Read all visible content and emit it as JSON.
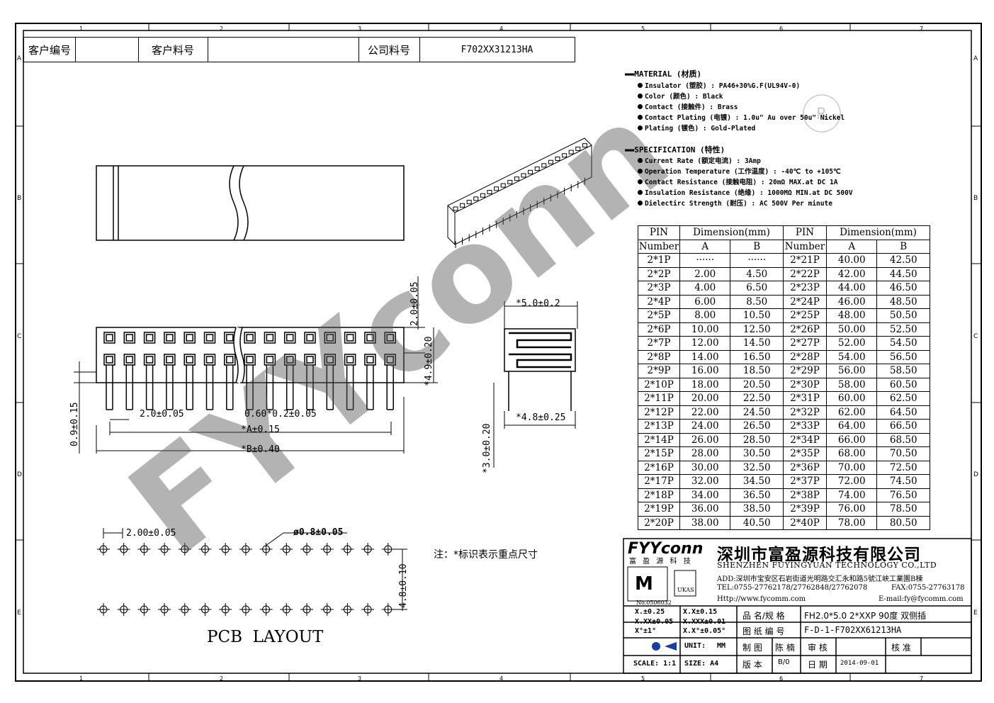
{
  "header": {
    "customer_no_label": "客户编号",
    "customer_part_label": "客户料号",
    "company_part_label": "公司料号",
    "company_part_value": "F702XX31213HA"
  },
  "border": {
    "cols": [
      "1",
      "2",
      "3",
      "4",
      "5",
      "6",
      "7"
    ],
    "rows": [
      "A",
      "B",
      "C",
      "D",
      "E"
    ]
  },
  "material": {
    "title": "MATERIAL (材质)",
    "items": [
      "Insulator (塑胶) : PA46+30%G.F(UL94V-0)",
      "Color (颜色) : Black",
      "Contact (接触件) : Brass",
      "Contact Plating (电镀) : 1.0u\" Au over 50u\" Nickel",
      "Plating (镀色) : Gold-Plated"
    ]
  },
  "specification": {
    "title": "SPECIFICATION (特性)",
    "items": [
      "Current Rate (额定电流) : 3Amp",
      "Operation Temperature (工作温度) : -40℃ to +105℃",
      "Contact Resistance (接触电阻) : 20mΩ MAX.at DC 1A",
      "Insulation Resistance (绝缘) : 1000MΩ MIN.at DC 500V",
      "Dielectirc Strength (耐压) : AC 500V Per minute"
    ]
  },
  "table": {
    "h_pin": "PIN",
    "h_number": "Number",
    "h_dimension": "Dimension(mm)",
    "h_a": "A",
    "h_b": "B",
    "rows_left": [
      [
        "2*1P",
        "······",
        "······"
      ],
      [
        "2*2P",
        "2.00",
        "4.50"
      ],
      [
        "2*3P",
        "4.00",
        "6.50"
      ],
      [
        "2*4P",
        "6.00",
        "8.50"
      ],
      [
        "2*5P",
        "8.00",
        "10.50"
      ],
      [
        "2*6P",
        "10.00",
        "12.50"
      ],
      [
        "2*7P",
        "12.00",
        "14.50"
      ],
      [
        "2*8P",
        "14.00",
        "16.50"
      ],
      [
        "2*9P",
        "16.00",
        "18.50"
      ],
      [
        "2*10P",
        "18.00",
        "20.50"
      ],
      [
        "2*11P",
        "20.00",
        "22.50"
      ],
      [
        "2*12P",
        "22.00",
        "24.50"
      ],
      [
        "2*13P",
        "24.00",
        "26.50"
      ],
      [
        "2*14P",
        "26.00",
        "28.50"
      ],
      [
        "2*15P",
        "28.00",
        "30.50"
      ],
      [
        "2*16P",
        "30.00",
        "32.50"
      ],
      [
        "2*17P",
        "32.00",
        "34.50"
      ],
      [
        "2*18P",
        "34.00",
        "36.50"
      ],
      [
        "2*19P",
        "36.00",
        "38.50"
      ],
      [
        "2*20P",
        "38.00",
        "40.50"
      ]
    ],
    "rows_right": [
      [
        "2*21P",
        "40.00",
        "42.50"
      ],
      [
        "2*22P",
        "42.00",
        "44.50"
      ],
      [
        "2*23P",
        "44.00",
        "46.50"
      ],
      [
        "2*24P",
        "46.00",
        "48.50"
      ],
      [
        "2*25P",
        "48.00",
        "50.50"
      ],
      [
        "2*26P",
        "50.00",
        "52.50"
      ],
      [
        "2*27P",
        "52.00",
        "54.50"
      ],
      [
        "2*28P",
        "54.00",
        "56.50"
      ],
      [
        "2*29P",
        "56.00",
        "58.50"
      ],
      [
        "2*30P",
        "58.00",
        "60.50"
      ],
      [
        "2*31P",
        "60.00",
        "62.50"
      ],
      [
        "2*32P",
        "62.00",
        "64.50"
      ],
      [
        "2*33P",
        "64.00",
        "66.50"
      ],
      [
        "2*34P",
        "66.00",
        "68.50"
      ],
      [
        "2*35P",
        "68.00",
        "70.50"
      ],
      [
        "2*36P",
        "70.00",
        "72.50"
      ],
      [
        "2*37P",
        "72.00",
        "74.50"
      ],
      [
        "2*38P",
        "74.00",
        "76.50"
      ],
      [
        "2*39P",
        "76.00",
        "78.50"
      ],
      [
        "2*40P",
        "78.00",
        "80.50"
      ]
    ]
  },
  "dims": {
    "pitch": "2.0±0.05",
    "pin_size": "0.60*0.2±0.05",
    "a_dim": "*A±0.15",
    "b_dim": "*B±0.40",
    "left_h": "0.9±0.15",
    "top_h": "2.0±0.05",
    "side_h": "*4.9±0.20",
    "side_w_top": "*5.0±0.2",
    "side_w_bot": "*4.8±0.25",
    "side_pin": "*3.0±0.20",
    "pcb_pitch": "2.00±0.05",
    "hole": "ø0.8±0.05",
    "row_gap": "4.8±0.10"
  },
  "notes": {
    "pcb_layout": "PCB  LAYOUT",
    "note": "注：*标识表示重点尺寸"
  },
  "company": {
    "logo": "FYYconn",
    "logo_cn": "富 盈 源 科 技",
    "name_cn": "深圳市富盈源科技有限公司",
    "name_en": "SHENZHEN FUYINGYUAN TECHNOLOGY CO.,LTD",
    "address": "ADD:深圳市宝安区石岩街道光明路交汇永和路5號江峡工業園B棟",
    "tel": "TEL:0755-27762178/27762848/27762078",
    "fax": "FAX:0755-27763178",
    "web": "Http://www.fycomm.com",
    "email": "E-mail:fy@fycomm.com",
    "cert_no": "No.0506032",
    "ukas": "UKAS",
    "watermark": "FYYconn",
    "reg_mark": "R"
  },
  "titleblock": {
    "tol1": "X.±0.25",
    "tol2": "X.X±0.15",
    "tol3": "X.XX±0.05",
    "tol4": "X.XXX±0.01",
    "tol5": "X°±1°",
    "tol6": "X.X°±0.05°",
    "name_label": "品 名/规 格",
    "name_value": "FH2.0*5.0 2*XXP 90度 双侧插",
    "dwg_label": "图 纸 编 号",
    "dwg_value": "F-D-1-F702XX61213HA",
    "unit_label": "UNIT:",
    "unit_value": "MM",
    "draw_label": "制 图",
    "draw_value": "陈 楠",
    "check_label": "审 核",
    "approve_label": "核 准",
    "scale_label": "SCALE: 1:1",
    "size_label": "SIZE: A4",
    "version_label": "版 本",
    "version_value": "B/0",
    "date_label": "日 期",
    "date_value": "2014-09-01"
  }
}
